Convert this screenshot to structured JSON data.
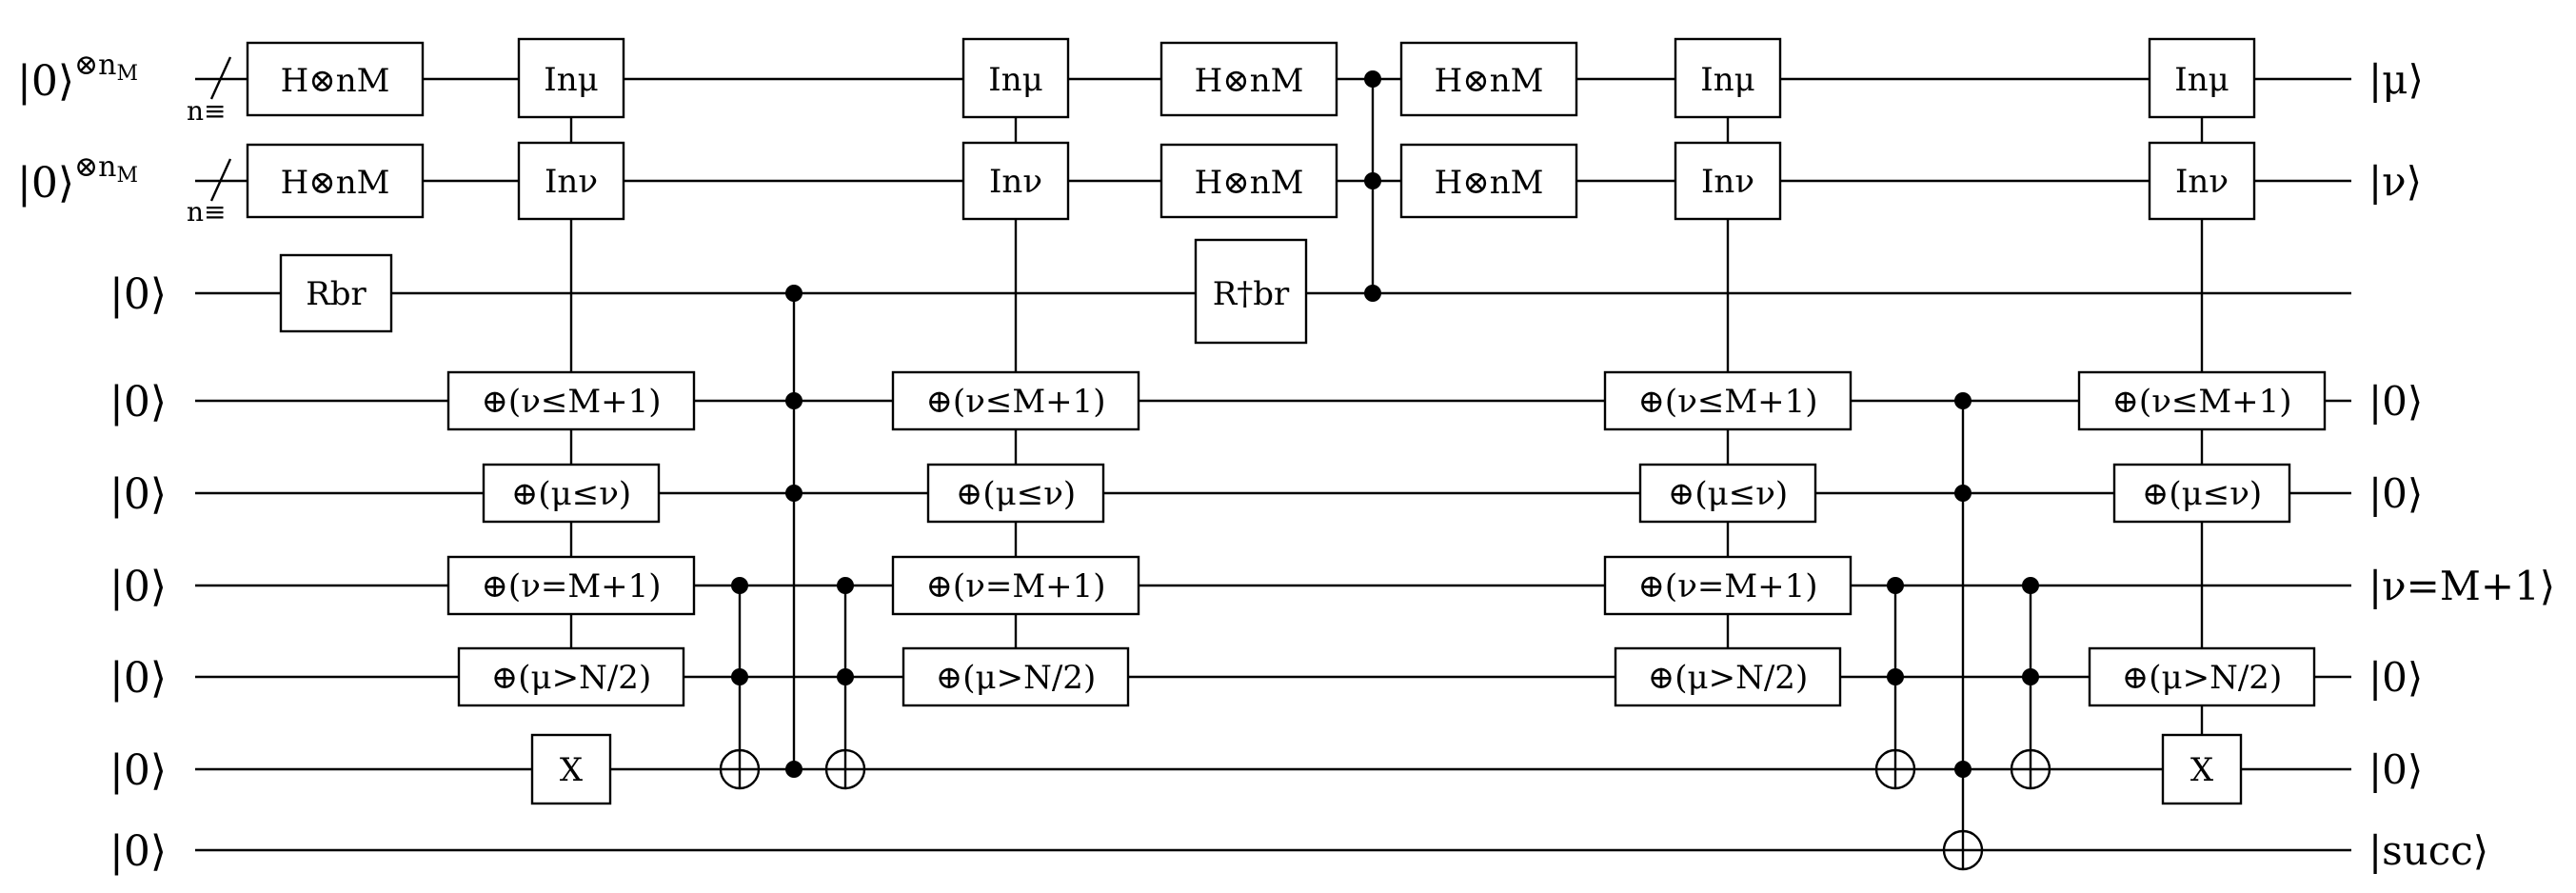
{
  "wires": {
    "inputs": [
      "|0⟩⊗nM",
      "|0⟩⊗nM",
      "|0⟩",
      "|0⟩",
      "|0⟩",
      "|0⟩",
      "|0⟩",
      "|0⟩",
      "|0⟩"
    ],
    "outputs": [
      "|μ⟩",
      "|ν⟩",
      "",
      "|0⟩",
      "|0⟩",
      "|ν=M+1⟩",
      "|0⟩",
      "|0⟩",
      "|succ⟩"
    ],
    "bundle_label": "n≡"
  },
  "gates": {
    "hadamard": "H⊗nM",
    "in_mu": "Inμ",
    "in_nu": "Inν",
    "rotation": "Rbr",
    "rotation_dagger": "R†br",
    "cmp_nu_le": "⊕(ν≤M+1)",
    "cmp_mu_le_nu": "⊕(μ≤ν)",
    "cmp_nu_eq": "⊕(ν=M+1)",
    "cmp_mu_gt": "⊕(μ>N/2)",
    "not": "X"
  }
}
